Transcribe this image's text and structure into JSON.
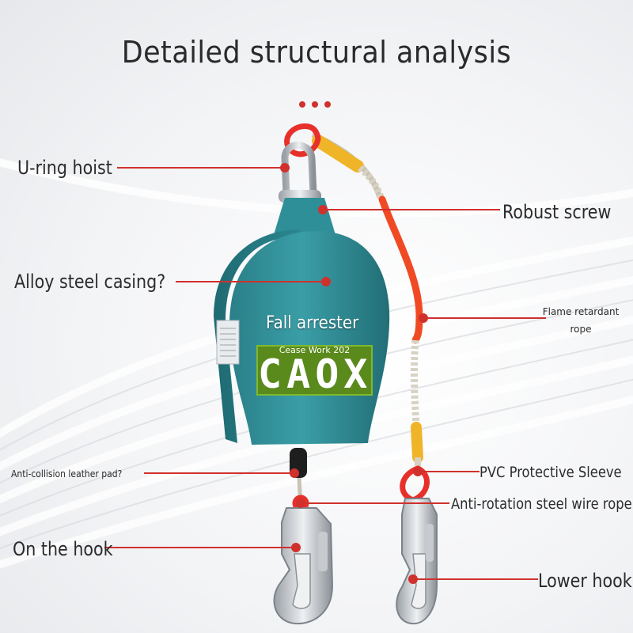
{
  "title": "Detailed structural analysis",
  "colors": {
    "accent_red": "#d0312d",
    "casing_teal": "#2f8f98",
    "rope_orange": "#f04a24",
    "sleeve_yellow": "#f0b429",
    "brand_green": "#5a8a1c"
  },
  "product": {
    "name": "Fall arrester",
    "brand_sub": "Cease Work 202",
    "brand": "CAOX"
  },
  "labels": {
    "u_ring": "U-ring hoist",
    "robust_screw": "Robust screw",
    "alloy_casing": "Alloy steel casing?",
    "flame_rope_1": "Flame retardant",
    "flame_rope_2": "rope",
    "anti_collision": "Anti-collision leather pad?",
    "pvc_sleeve": "PVC Protective Sleeve",
    "anti_rotation": "Anti-rotation steel wire rope",
    "on_hook": "On the hook",
    "lower_hook": "Lower hook"
  }
}
